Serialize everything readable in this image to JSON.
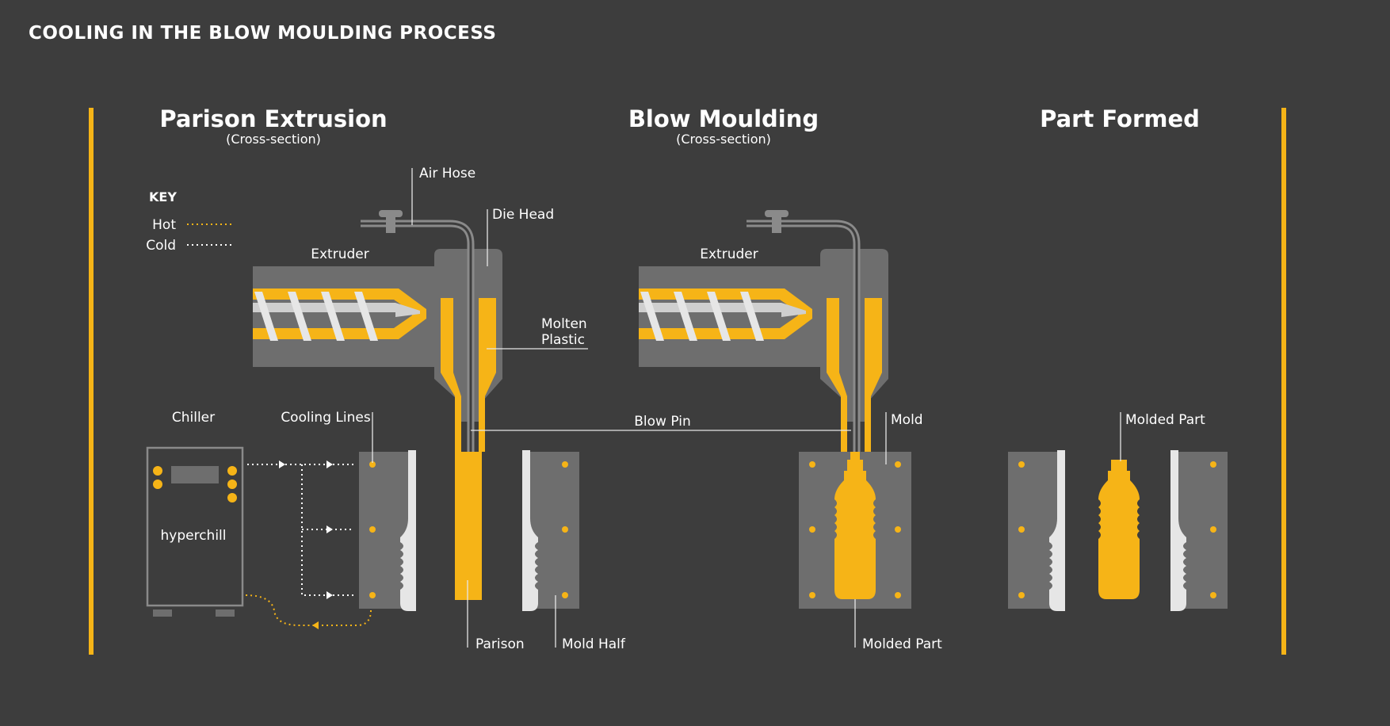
{
  "page_title": "COOLING IN THE BLOW MOULDING PROCESS",
  "sections": {
    "extrusion": {
      "title": "Parison Extrusion",
      "subtitle": "(Cross-section)"
    },
    "blow": {
      "title": "Blow Moulding",
      "subtitle": "(Cross-section)"
    },
    "formed": {
      "title": "Part Formed"
    }
  },
  "key": {
    "title": "KEY",
    "items": [
      {
        "label": "Hot",
        "color": "#f6b417"
      },
      {
        "label": "Cold",
        "color": "#ffffff"
      }
    ]
  },
  "labels": {
    "air_hose": "Air Hose",
    "die_head_1": "Die Head",
    "extruder_1": "Extruder",
    "extruder_2": "Extruder",
    "molten_plastic_l1": "Molten",
    "molten_plastic_l2": "Plastic",
    "chiller": "Chiller",
    "chiller_brand": "hyperchill",
    "cooling_lines": "Cooling Lines",
    "blow_pin": "Blow Pin",
    "mold": "Mold",
    "parison": "Parison",
    "mold_half": "Mold Half",
    "molded_part_1": "Molded Part",
    "molded_part_2": "Molded Part"
  },
  "colors": {
    "background": "#3d3d3d",
    "accent": "#f6b417",
    "machine": "#6e6e6e",
    "cold": "#e6e6e6"
  }
}
